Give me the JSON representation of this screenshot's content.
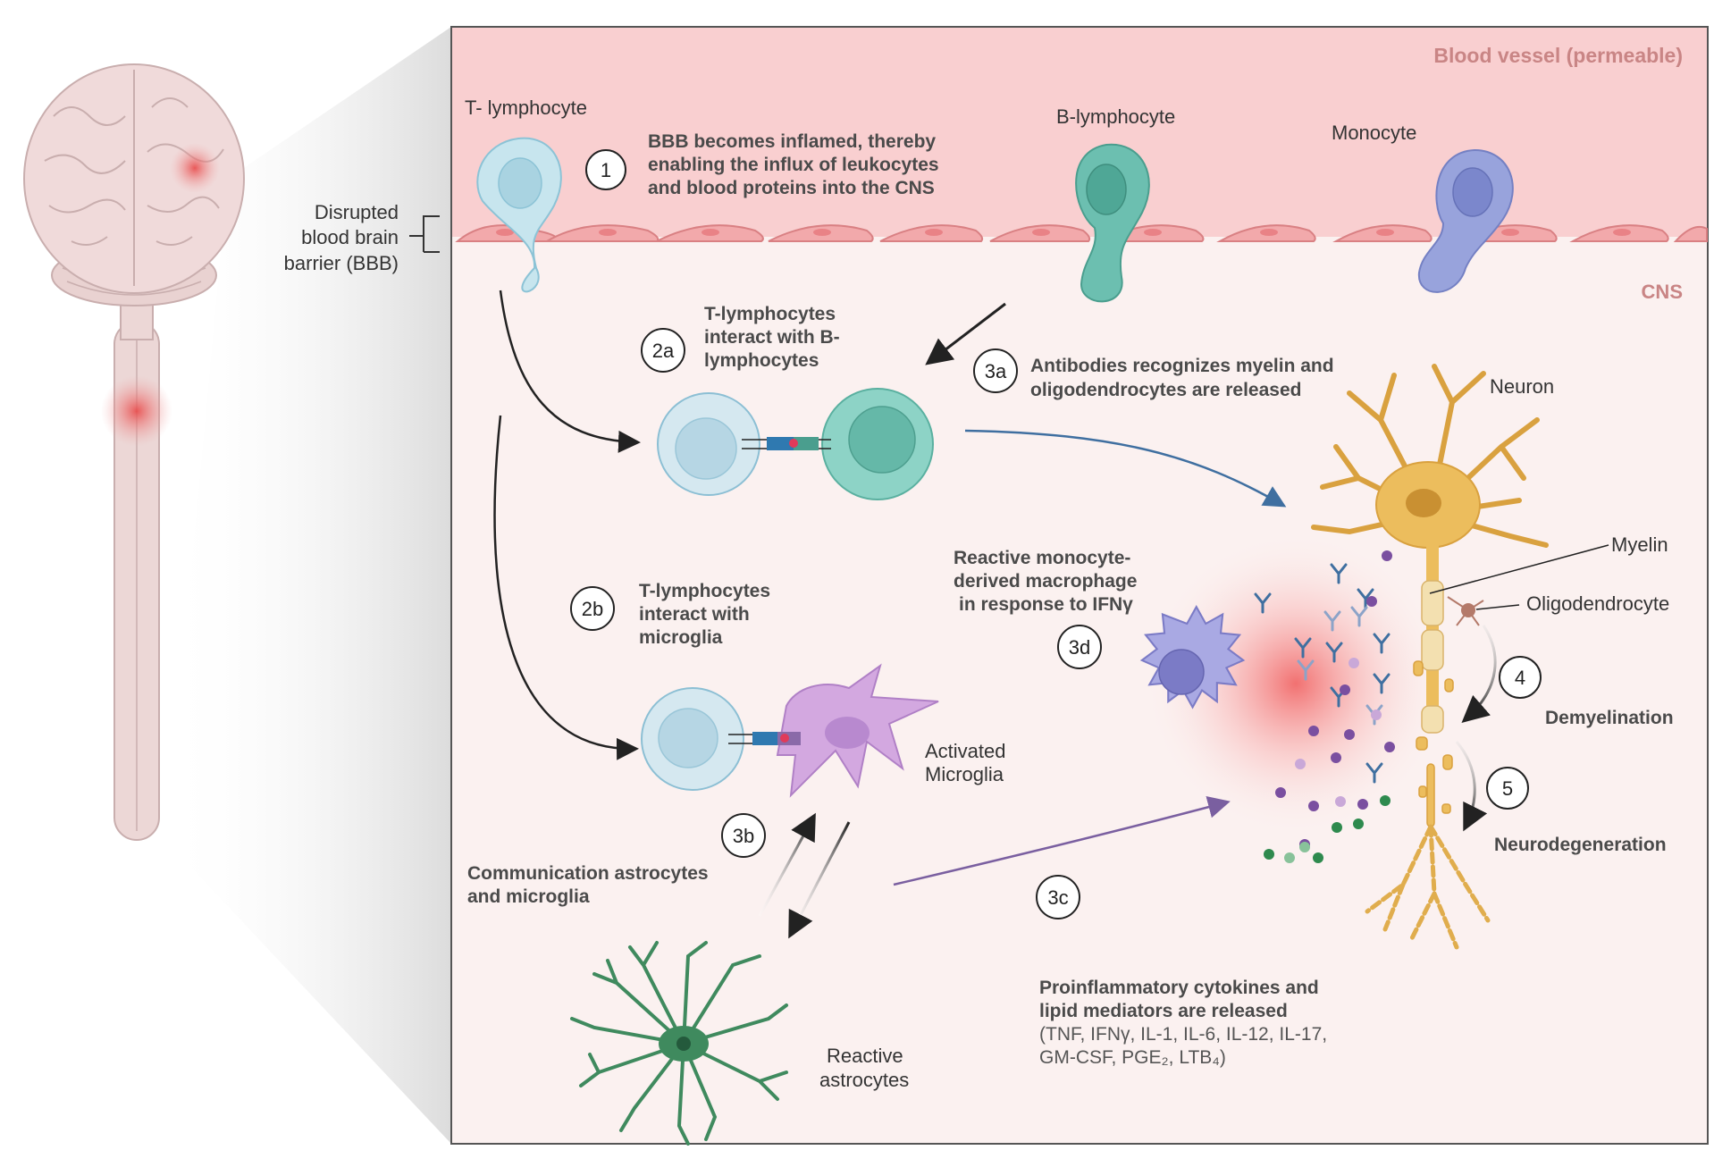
{
  "labels": {
    "blood_vessel": "Blood vessel (permeable)",
    "cns": "CNS",
    "bbb_line1": "Disrupted",
    "bbb_line2": "blood brain",
    "bbb_line3": "barrier (BBB)",
    "t_lymphocyte": "T- lymphocyte",
    "b_lymphocyte": "B-lymphocyte",
    "monocyte": "Monocyte",
    "neuron": "Neuron",
    "myelin": "Myelin",
    "oligodendrocyte": "Oligodendrocyte",
    "activated_microglia_1": "Activated",
    "activated_microglia_2": "Microglia",
    "reactive_astrocytes_1": "Reactive",
    "reactive_astrocytes_2": "astrocytes",
    "demyelination": "Demyelination",
    "neurodegeneration": "Neurodegeneration"
  },
  "steps": {
    "s1": {
      "num": "1",
      "line1": "BBB becomes inflamed, thereby",
      "line2": "enabling the influx of leukocytes",
      "line3": "and blood proteins into the CNS"
    },
    "s2a": {
      "num": "2a",
      "line1": "T-lymphocytes",
      "line2": "interact with B-",
      "line3": "lymphocytes"
    },
    "s2b": {
      "num": "2b",
      "line1": "T-lymphocytes",
      "line2": "interact with",
      "line3": "microglia"
    },
    "s3a": {
      "num": "3a",
      "line1": "Antibodies recognizes myelin and",
      "line2": "oligodendrocytes are released"
    },
    "s3b": {
      "num": "3b",
      "line1": "Communication astrocytes",
      "line2": "and microglia"
    },
    "s3c": {
      "num": "3c",
      "line1": "Proinflammatory cytokines and",
      "line2": "lipid mediators are released",
      "line3": "(TNF, IFNγ, IL-1, IL-6, IL-12, IL-17,",
      "line4": "GM-CSF, PGE₂, LTB₄)"
    },
    "s3d": {
      "num": "3d",
      "line1": "Reactive monocyte-",
      "line2": "derived macrophage",
      "line3": "in response to IFNγ"
    },
    "s4": {
      "num": "4"
    },
    "s5": {
      "num": "5"
    }
  },
  "colors": {
    "vessel": "#f9cfd0",
    "cns_bg": "#fbf1f0",
    "vessel_text": "#c98585",
    "t_cell": "#bfe0ea",
    "b_cell": "#5fb5a5",
    "monocyte": "#8a96d4",
    "microglia": "#c79ad9",
    "astrocyte": "#3f8a5e",
    "neuron": "#e8b653",
    "inflammation": "#f05a5a"
  }
}
